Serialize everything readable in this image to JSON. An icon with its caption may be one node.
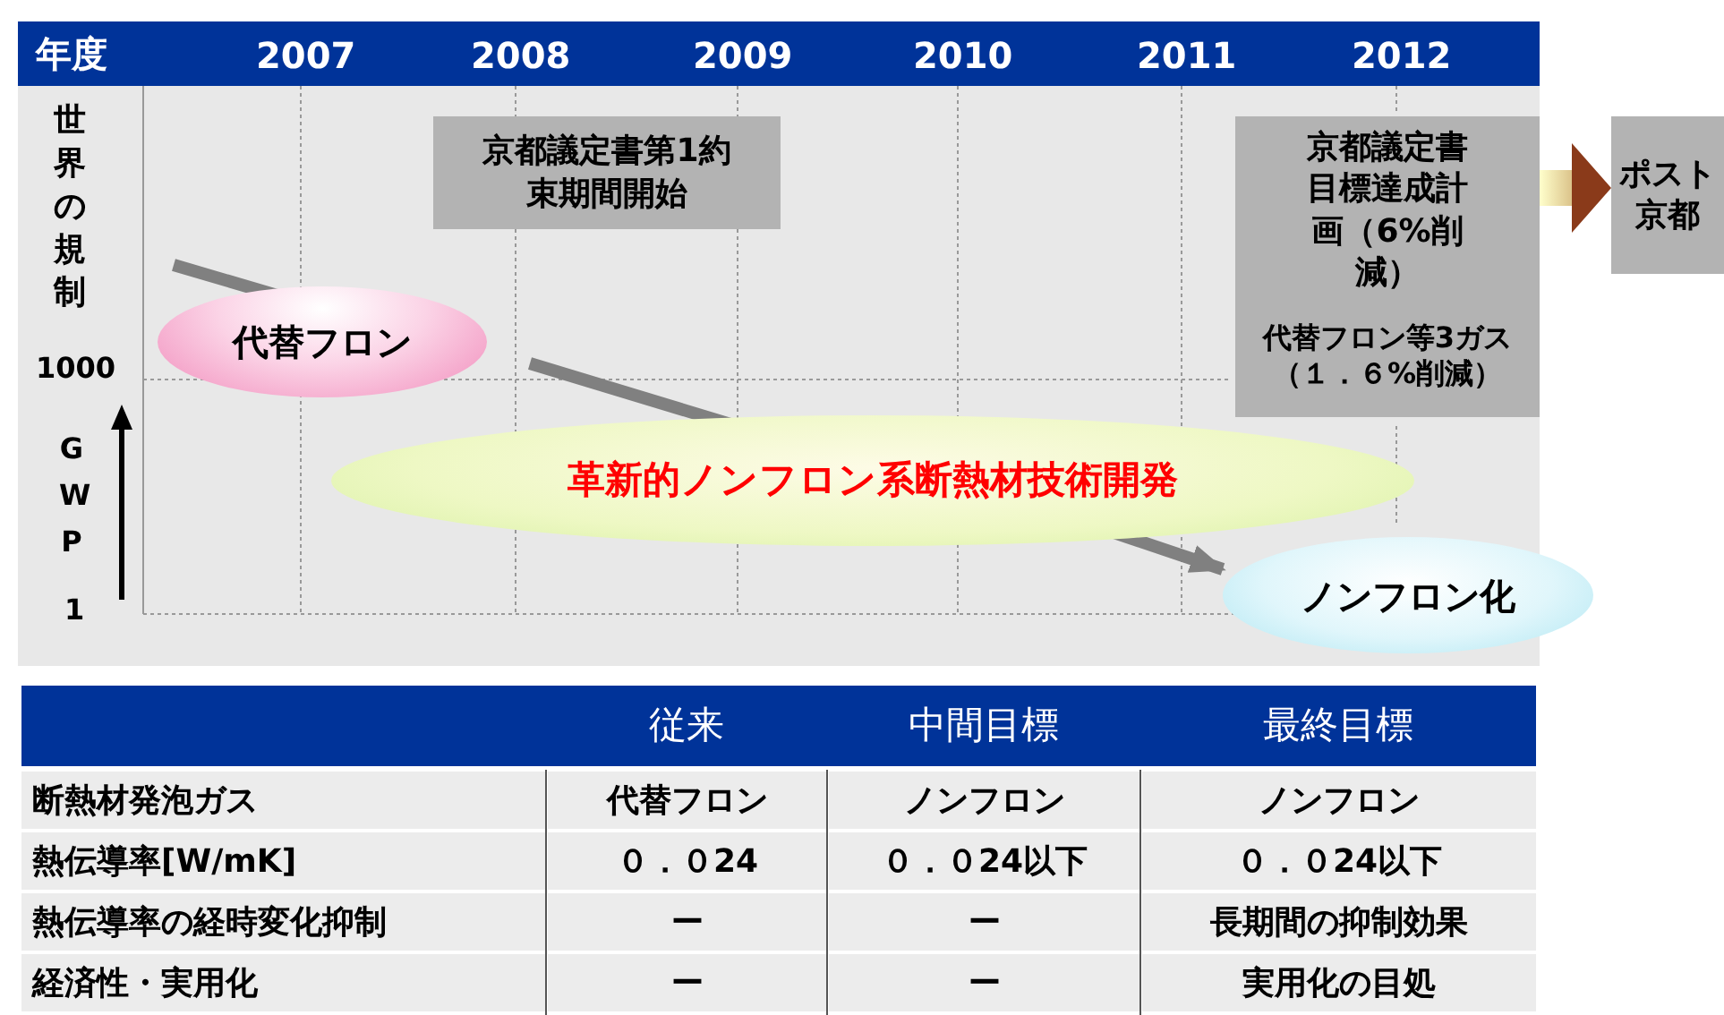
{
  "diagram": {
    "nodes": [
      {
        "text": [
          "京都議定書第1約束期間開始"
        ]
      },
      {
        "text": [
          "京都議定書目標達成計画（6%削減）",
          "代替フロン等3ガス（１．６%削減）"
        ]
      },
      {
        "text": [
          "ポスト京都"
        ]
      },
      {
        "text": [
          "代替フロン"
        ]
      },
      {
        "text": [
          "革新的ノンフロン系断熱材技術開発"
        ]
      },
      {
        "text": [
          "ノンフロン化"
        ]
      }
    ],
    "edges": [
      {
        "from": 1,
        "to": 2,
        "arrow": "to",
        "style": "thick"
      },
      {
        "from": null,
        "to": 3,
        "arrow": "none"
      },
      {
        "from": 3,
        "to": 4,
        "arrow": "none"
      },
      {
        "from": 4,
        "to": 5,
        "arrow": "to"
      }
    ],
    "labels": [
      "年度",
      "2007",
      "2008",
      "2009",
      "2010",
      "2011",
      "2012",
      "世界の規制",
      "1000",
      "GWP",
      "1",
      "従来",
      "中間目標",
      "最終目標",
      "断熱材発泡ガス",
      "代替フロン",
      "ノンフロン",
      "ノンフロン",
      "熱伝導率[W/mK]",
      "０．０24",
      "０．０24以下",
      "０．０24以下",
      "熱伝導率の経時変化抑制",
      "ー",
      "ー",
      "長期間の抑制効果",
      "経済性・実用化",
      "ー",
      "ー",
      "実用化の目処"
    ]
  }
}
